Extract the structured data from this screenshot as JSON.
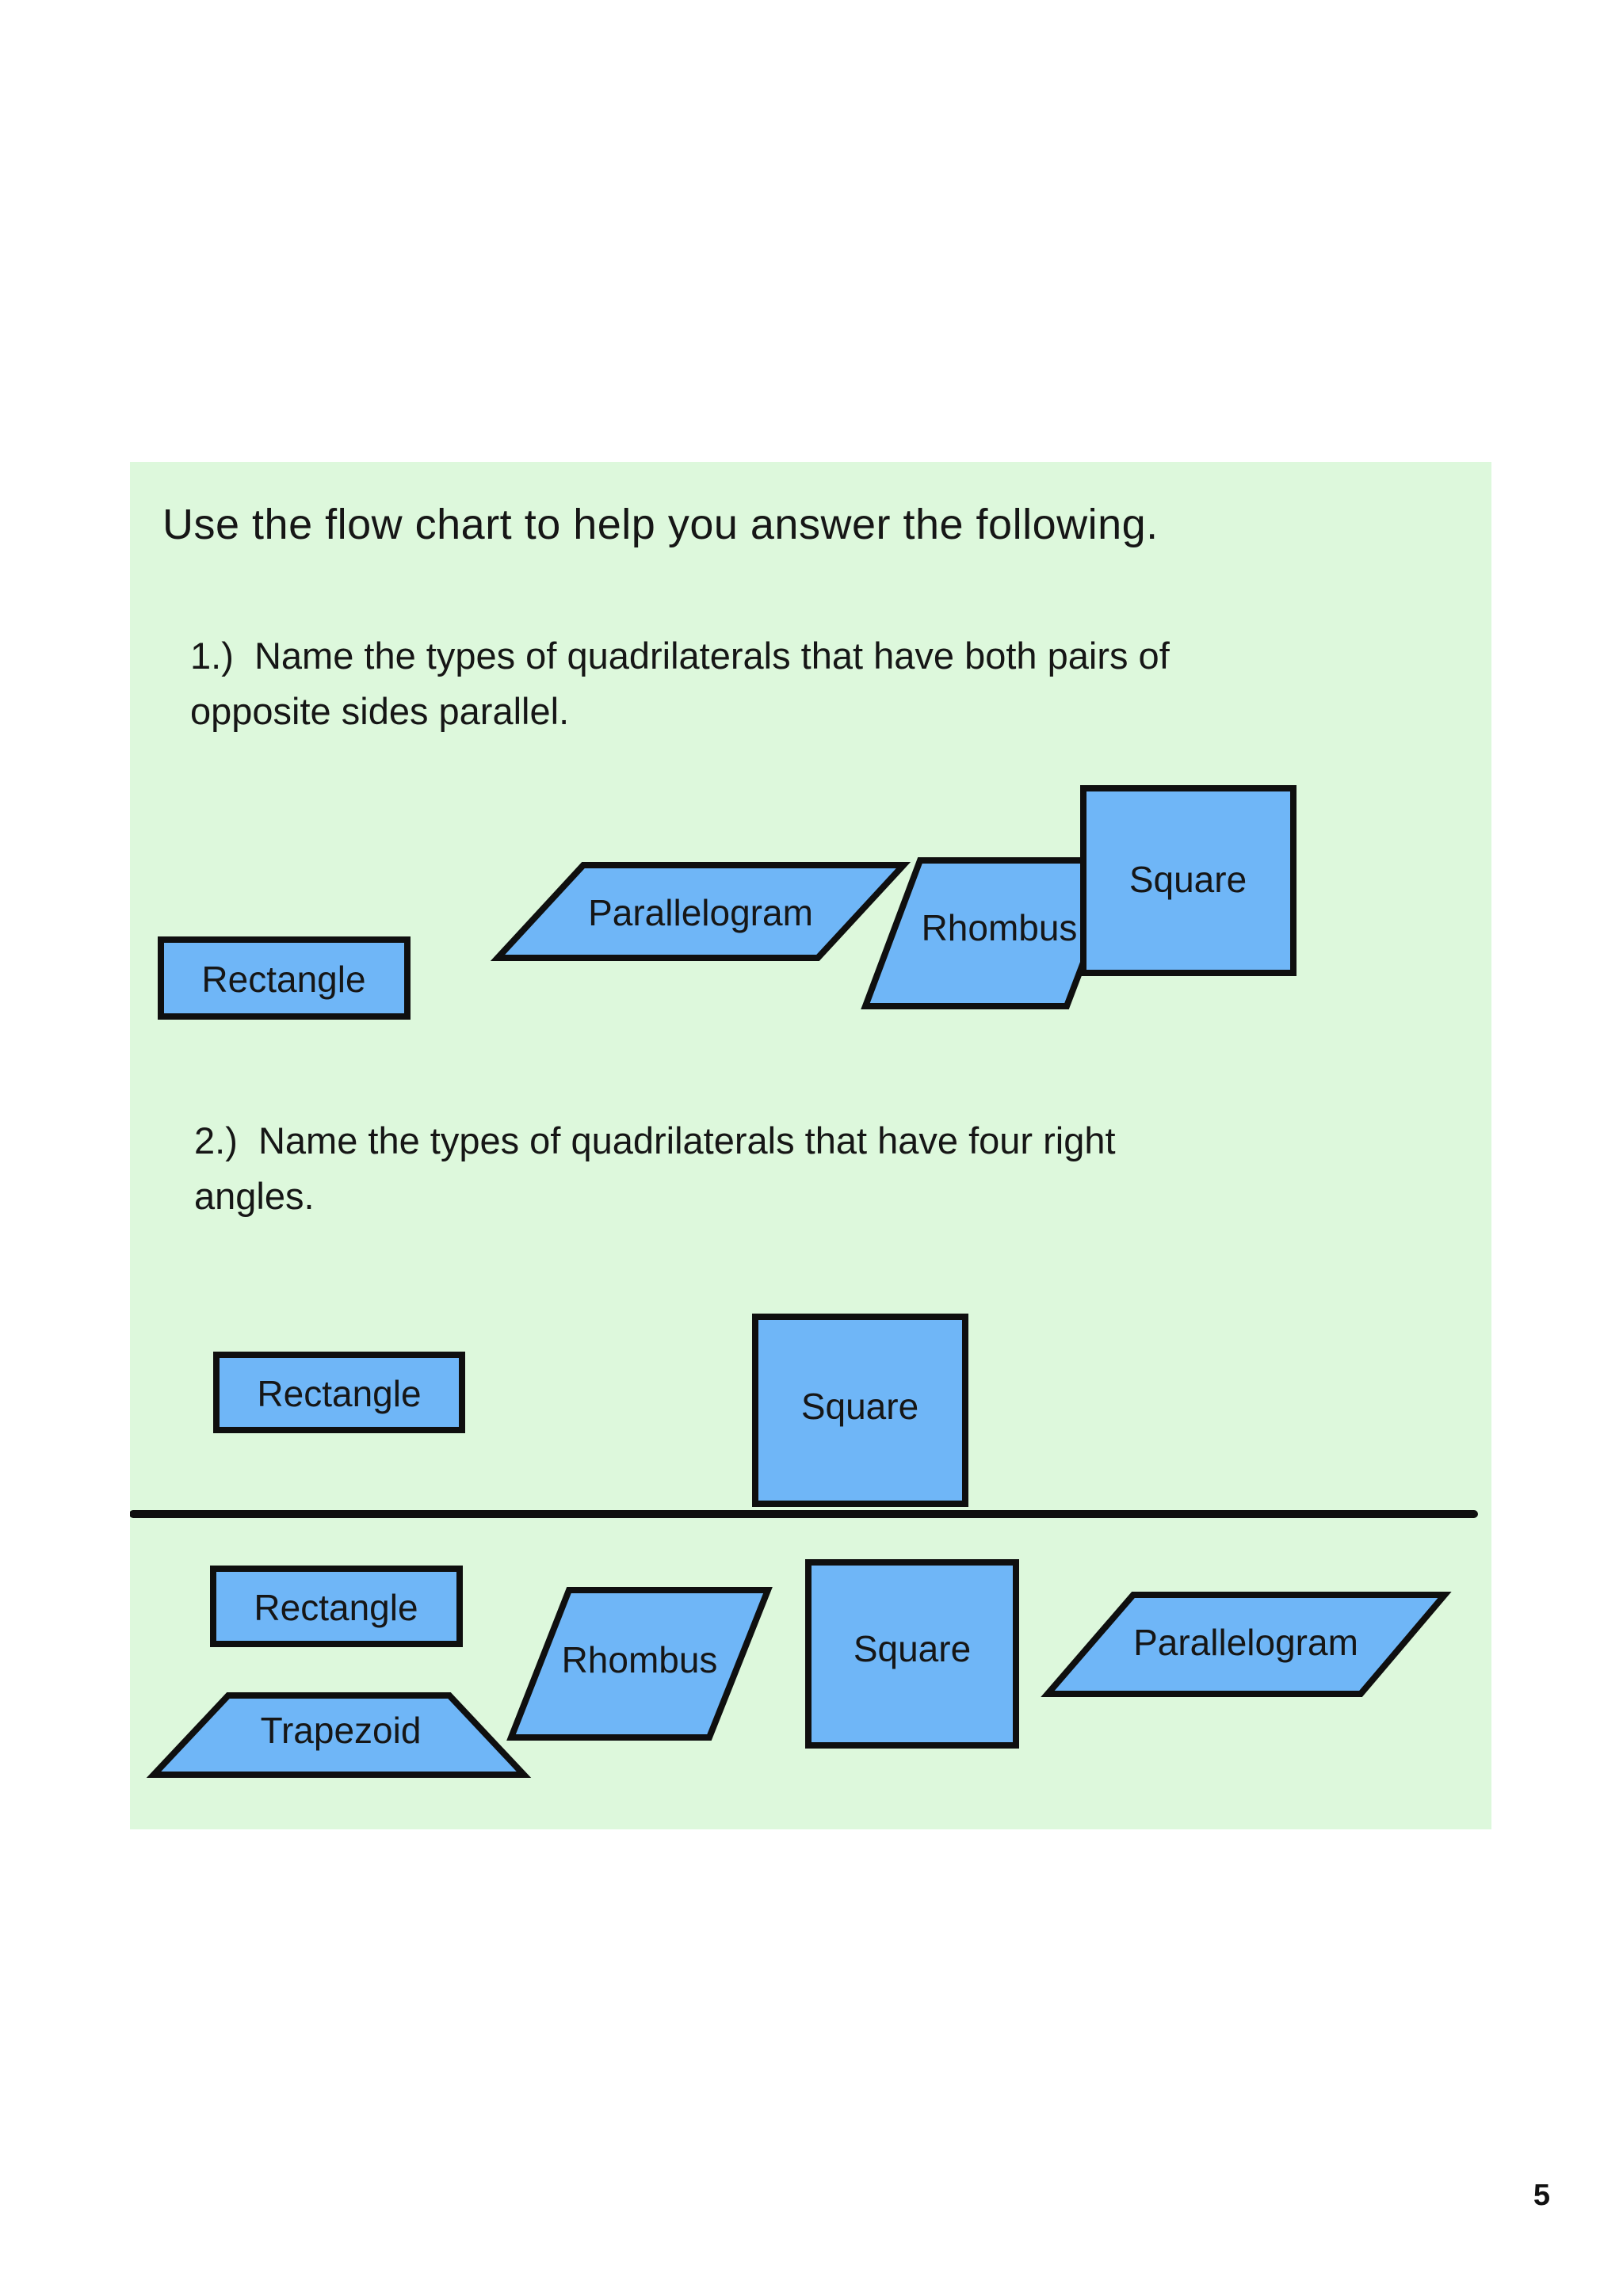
{
  "page": {
    "number": "5"
  },
  "panel": {
    "title": "Use the flow chart to help you answer the following.",
    "question1_line1": "1.)  Name the types of quadrilaterals that have both pairs of",
    "question1_line2": "opposite sides parallel.",
    "question2_line1": "2.)  Name the types of quadrilaterals that have four right",
    "question2_line2": "angles."
  },
  "shapes": {
    "answer1": {
      "rectangle": "Rectangle",
      "parallelogram": "Parallelogram",
      "rhombus": "Rhombus",
      "square": "Square"
    },
    "answer2": {
      "rectangle": "Rectangle",
      "square": "Square"
    },
    "bank": {
      "rectangle": "Rectangle",
      "trapezoid": "Trapezoid",
      "rhombus": "Rhombus",
      "square": "Square",
      "parallelogram": "Parallelogram"
    }
  },
  "colors": {
    "panel_bg": "#ddf8dc",
    "shape_fill": "#6fb6f7",
    "shape_border": "#0f0f0f",
    "text": "#161616"
  }
}
